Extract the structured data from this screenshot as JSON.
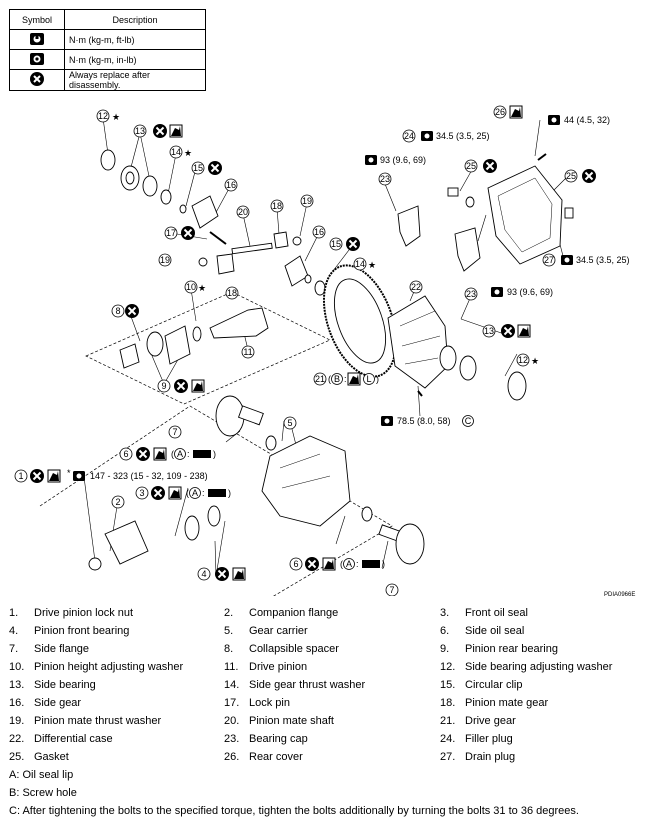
{
  "legend": {
    "header_symbol": "Symbol",
    "header_description": "Description",
    "rows": [
      {
        "icon": "torque-wrench-icon",
        "text": "N·m (kg-m, ft-lb)"
      },
      {
        "icon": "torque-wrench-inlb-icon",
        "text": "N·m (kg-m, in-lb)"
      },
      {
        "icon": "replace-x-icon",
        "text": "Always replace after disassembly."
      }
    ]
  },
  "callouts": {
    "t44": "44 (4.5, 32)",
    "t34a": "34.5 (3.5, 25)",
    "t93a": "93 (9.6, 69)",
    "t34b": "34.5 (3.5, 25)",
    "t93b": "93 (9.6, 69)",
    "t78": "78.5 (8.0, 58)",
    "t147": "147 - 323 (15 - 32, 109 - 238)",
    "b21": "B",
    "l21": "L",
    "a6": "A",
    "a3": "A",
    "a6b": "A",
    "c22": "C"
  },
  "figure_code": "PDIA0966E",
  "parts": [
    {
      "n": "1.",
      "name": "Drive pinion lock nut"
    },
    {
      "n": "2.",
      "name": "Companion flange"
    },
    {
      "n": "3.",
      "name": "Front oil seal"
    },
    {
      "n": "4.",
      "name": "Pinion front bearing"
    },
    {
      "n": "5.",
      "name": "Gear carrier"
    },
    {
      "n": "6.",
      "name": "Side oil seal"
    },
    {
      "n": "7.",
      "name": "Side flange"
    },
    {
      "n": "8.",
      "name": "Collapsible spacer"
    },
    {
      "n": "9.",
      "name": "Pinion rear bearing"
    },
    {
      "n": "10.",
      "name": "Pinion height adjusting washer"
    },
    {
      "n": "11.",
      "name": "Drive pinion"
    },
    {
      "n": "12.",
      "name": "Side bearing adjusting washer"
    },
    {
      "n": "13.",
      "name": "Side bearing"
    },
    {
      "n": "14.",
      "name": "Side gear thrust washer"
    },
    {
      "n": "15.",
      "name": "Circular clip"
    },
    {
      "n": "16.",
      "name": "Side gear"
    },
    {
      "n": "17.",
      "name": "Lock pin"
    },
    {
      "n": "18.",
      "name": "Pinion mate gear"
    },
    {
      "n": "19.",
      "name": "Pinion mate thrust washer"
    },
    {
      "n": "20.",
      "name": "Pinion mate shaft"
    },
    {
      "n": "21.",
      "name": "Drive gear"
    },
    {
      "n": "22.",
      "name": "Differential case"
    },
    {
      "n": "23.",
      "name": "Bearing cap"
    },
    {
      "n": "24.",
      "name": "Filler plug"
    },
    {
      "n": "25.",
      "name": "Gasket"
    },
    {
      "n": "26.",
      "name": "Rear cover"
    },
    {
      "n": "27.",
      "name": "Drain plug"
    }
  ],
  "notes": {
    "a": "A: Oil seal lip",
    "b": "B: Screw hole",
    "c": "C: After tightening the bolts to the specified torque, tighten the bolts additionally by turning the bolts 31 to 36 degrees."
  }
}
